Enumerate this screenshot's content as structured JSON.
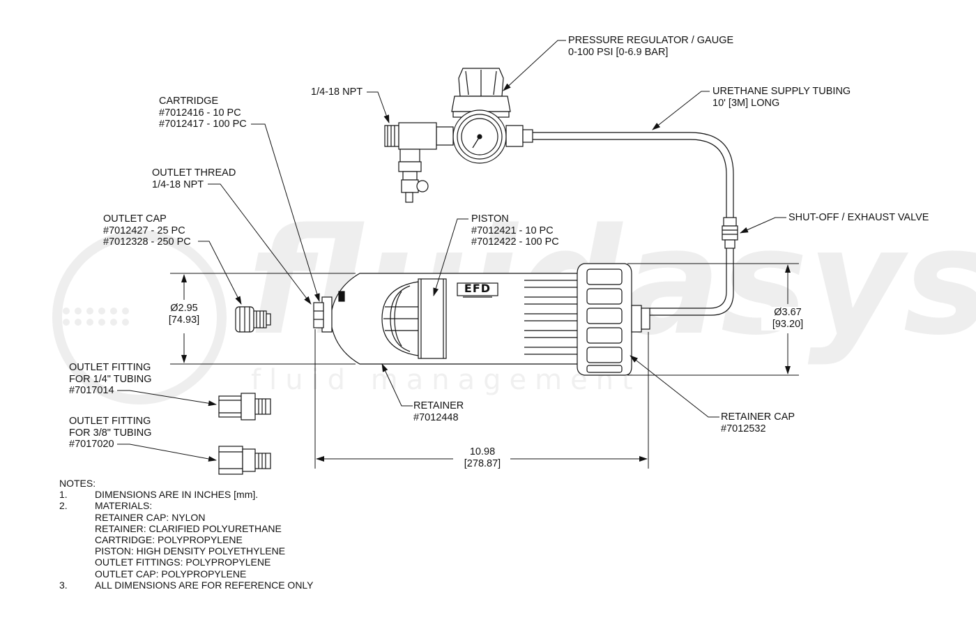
{
  "watermark": {
    "brand": "fluidasys",
    "tagline": "fluid management"
  },
  "dimensions": {
    "small_dia": {
      "in": "Ø2.95",
      "mm": "[74.93]"
    },
    "large_dia": {
      "in": "Ø3.67",
      "mm": "[93.20]"
    },
    "length": {
      "in": "10.98",
      "mm": "[278.87]"
    }
  },
  "logo": {
    "text": "EFD"
  },
  "callouts": {
    "regulator": [
      "PRESSURE REGULATOR / GAUGE",
      "0-100 PSI [0-6.9 BAR]"
    ],
    "npt_top": [
      "1/4-18 NPT"
    ],
    "cartridge": [
      "CARTRIDGE",
      "#7012416 - 10 PC",
      "#7012417 - 100 PC"
    ],
    "tubing": [
      "URETHANE SUPPLY TUBING",
      "10' [3M] LONG"
    ],
    "outlet_thread": [
      "OUTLET THREAD",
      "1/4-18 NPT"
    ],
    "outlet_cap": [
      "OUTLET CAP",
      "#7012427 - 25 PC",
      "#7012328 - 250 PC"
    ],
    "piston": [
      "PISTON",
      "#7012421 - 10 PC",
      "#7012422 - 100 PC"
    ],
    "shutoff": [
      "SHUT-OFF / EXHAUST VALVE"
    ],
    "fitting_14": [
      "OUTLET FITTING",
      "FOR 1/4\" TUBING",
      "#7017014"
    ],
    "fitting_38": [
      "OUTLET FITTING",
      "FOR 3/8\" TUBING",
      "#7017020"
    ],
    "retainer": [
      "RETAINER",
      "#7012448"
    ],
    "retainer_cap": [
      "RETAINER CAP",
      "#7012532"
    ]
  },
  "notes": {
    "heading": "NOTES:",
    "items": [
      {
        "num": "1.",
        "lines": [
          "DIMENSIONS ARE IN INCHES [mm]."
        ]
      },
      {
        "num": "2.",
        "lines": [
          "MATERIALS:",
          "RETAINER CAP: NYLON",
          "RETAINER: CLARIFIED POLYURETHANE",
          "CARTRIDGE: POLYPROPYLENE",
          "PISTON: HIGH DENSITY POLYETHYLENE",
          "OUTLET FITTINGS: POLYPROPYLENE",
          "OUTLET CAP: POLYPROPYLENE"
        ]
      },
      {
        "num": "3.",
        "lines": [
          "ALL DIMENSIONS ARE FOR REFERENCE ONLY"
        ]
      }
    ]
  }
}
